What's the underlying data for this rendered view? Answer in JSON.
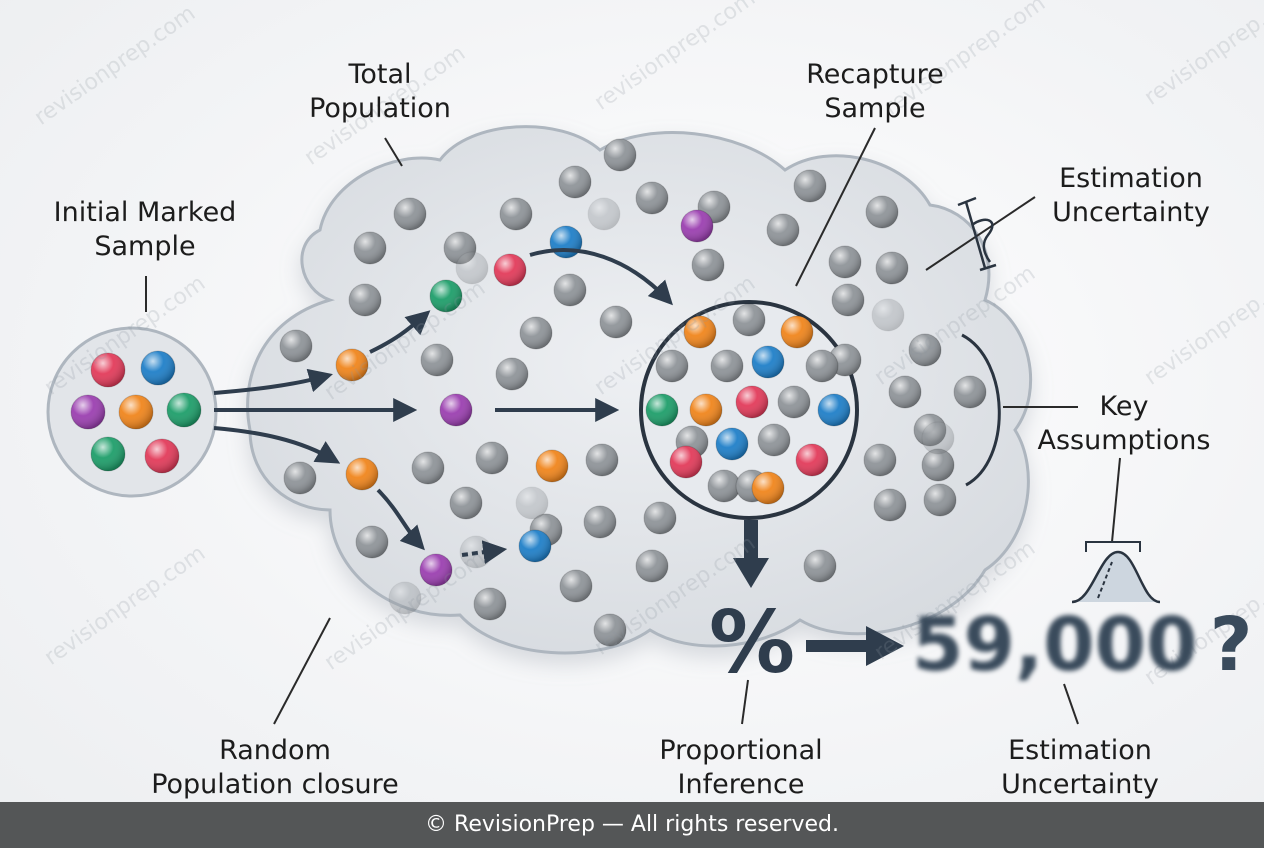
{
  "labels": {
    "initial_marked_sample": [
      "Initial Marked",
      "Sample"
    ],
    "total_population": [
      "Total",
      "Population"
    ],
    "recapture_sample": [
      "Recapture",
      "Sample"
    ],
    "estimation_uncertainty_top": [
      "Estimation",
      "Uncertainty"
    ],
    "key_assumptions": [
      "Key",
      "Assumptions"
    ],
    "random_population_closure": [
      "Random",
      "Population closure"
    ],
    "proportional_inference": [
      "Proportional",
      "Inference"
    ],
    "estimation_uncertainty_bottom": [
      "Estimation",
      "Uncertainty"
    ]
  },
  "estimate": {
    "value": "59,000",
    "mark": "?"
  },
  "percent_symbol": "%",
  "watermark_text": "revisionprep.com",
  "footer_text": "© RevisionPrep — All rights reserved.",
  "colors": {
    "marked_red": "#e23b5a",
    "marked_blue": "#1f7fc8",
    "marked_purple": "#9b3fb0",
    "marked_orange": "#f0851c",
    "marked_green": "#1e9e6a",
    "unmarked_gray": "#8f9499",
    "arrow": "#2f3d4d",
    "cloud_fill": "#dfe2e6",
    "cloud_stroke": "#aeb6bf",
    "footer_bg": "#545657"
  }
}
